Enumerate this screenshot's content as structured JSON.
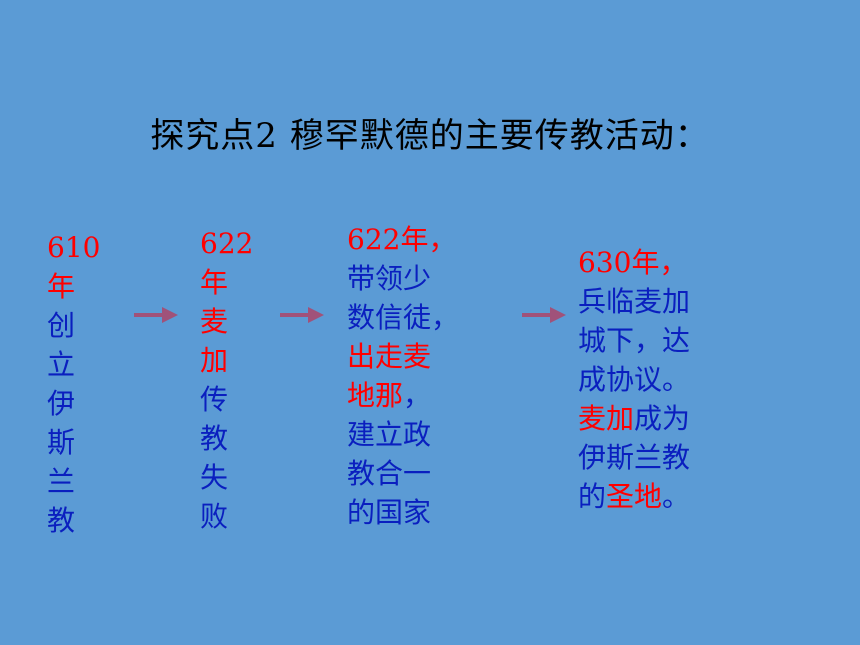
{
  "title": "探究点2 穆罕默德的主要传教活动：",
  "colors": {
    "background": "#5b9bd5",
    "highlight": "#ff0000",
    "text": "#0a1fbf",
    "arrow": "#a0527a"
  },
  "col1": {
    "red_lines": [
      "610",
      "年"
    ],
    "blue_lines": [
      "创",
      "立",
      "伊",
      "斯",
      "兰",
      "教"
    ]
  },
  "col2": {
    "red_lines": [
      "622",
      "年",
      "麦",
      "加"
    ],
    "blue_lines": [
      "传",
      "教",
      "失",
      "败"
    ]
  },
  "col3": {
    "l1": "622年，",
    "l2": "带领少",
    "l3": "数信徒，",
    "l4": "出走麦",
    "l5_red": "地那",
    "l5_blue": "，",
    "l6": "建立政",
    "l7": "教合一",
    "l8": "的国家"
  },
  "col4": {
    "l1": "630年，",
    "l2": "兵临麦加",
    "l3": "城下，达",
    "l4": "成协议。",
    "l5_red": "麦加",
    "l5_blue": "成为",
    "l6": "伊斯兰教",
    "l7_blue1": "的",
    "l7_red": "圣地",
    "l7_blue2": "。"
  },
  "arrows": [
    "arrow-right-icon",
    "arrow-right-icon",
    "arrow-right-icon"
  ]
}
